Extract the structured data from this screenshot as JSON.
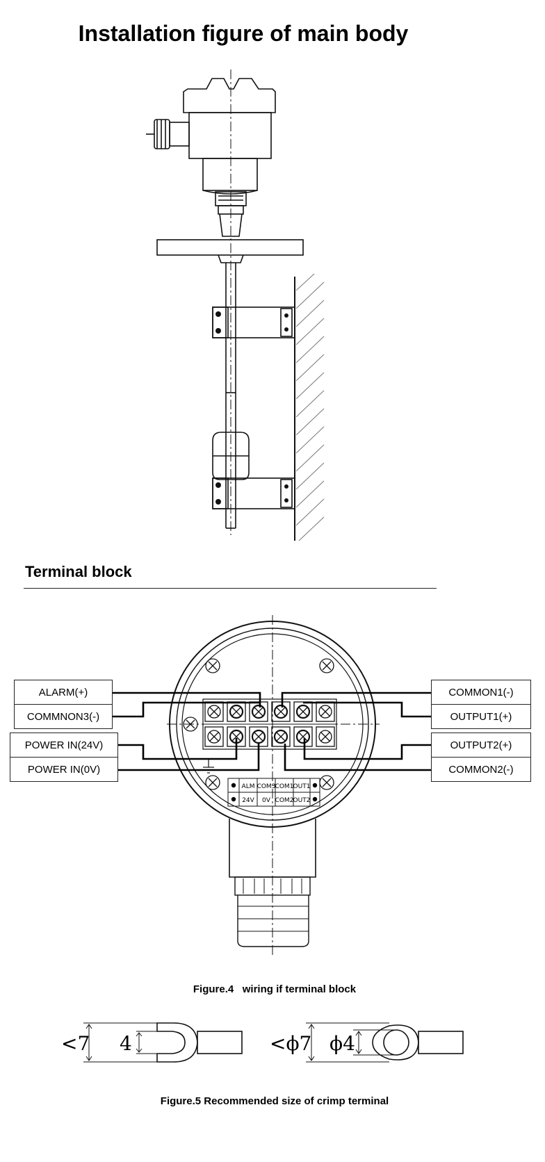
{
  "page": {
    "title": "Installation figure of main body",
    "terminal_heading": "Terminal block",
    "figure4_caption": "Figure.4   wiring if terminal block",
    "figure5_caption": "Figure.5 Recommended size of crimp terminal"
  },
  "wiring_labels": {
    "left": [
      "ALARM(+)",
      "COMMNON3(-)",
      "POWER IN(24V)",
      "POWER IN(0V)"
    ],
    "right": [
      "COMMON1(-)",
      "OUTPUT1(+)",
      "OUTPUT2(+)",
      "COMMON2(-)"
    ]
  },
  "terminal_table": {
    "top_row": [
      "ALM",
      "COM3",
      "COM1",
      "OUT1"
    ],
    "bottom_row": [
      "24V",
      "0V",
      "COM2",
      "OUT2"
    ]
  },
  "crimp_terminals": {
    "fork": {
      "outer": "<7",
      "inner": "4"
    },
    "ring": {
      "outer": "<ϕ7",
      "inner": "ϕ4"
    }
  }
}
